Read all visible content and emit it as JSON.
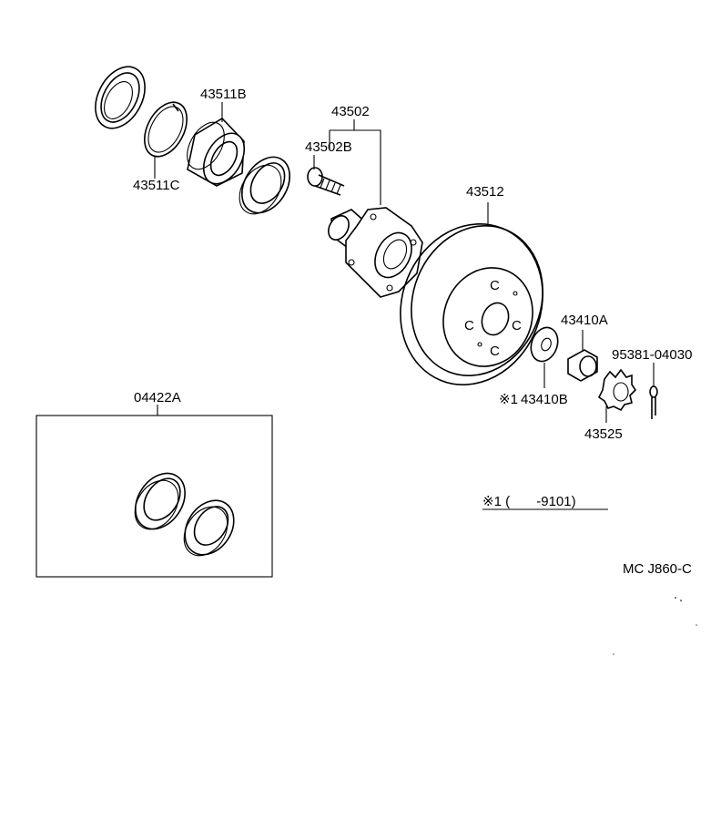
{
  "parts": {
    "p43511B": "43511B",
    "p43511C": "43511C",
    "p43502": "43502",
    "p43502B": "43502B",
    "p43512": "43512",
    "p43410A": "43410A",
    "p43410B": "43410B",
    "p43410B_mark": "※1",
    "p95381": "95381-04030",
    "p43525": "43525",
    "p04422A": "04422A"
  },
  "note": {
    "text": "※1 (       -9101)"
  },
  "footer": {
    "code": "MC J860-C"
  }
}
